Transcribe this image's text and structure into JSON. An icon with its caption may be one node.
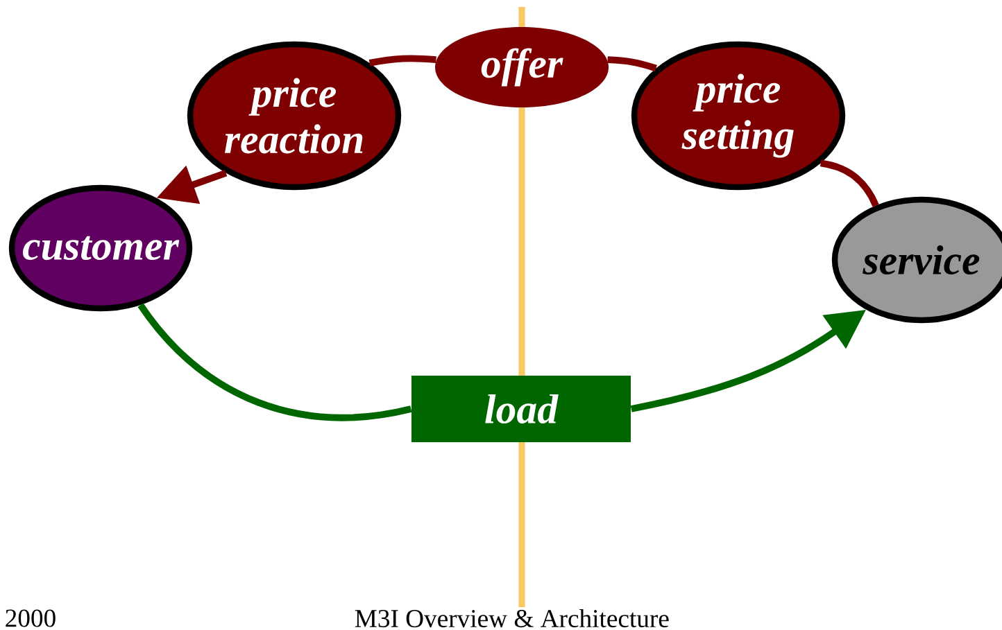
{
  "diagram": {
    "nodes": [
      {
        "text": [
          "offer"
        ]
      },
      {
        "text": [
          "price reaction"
        ]
      },
      {
        "text": [
          "price setting"
        ]
      },
      {
        "text": [
          "customer"
        ]
      },
      {
        "text": [
          "service"
        ]
      },
      {
        "text": [
          "load"
        ]
      }
    ],
    "edges": [
      {
        "from": 4,
        "to": 2,
        "arrow": "none",
        "color": "#7f0000"
      },
      {
        "from": 2,
        "to": 0,
        "arrow": "none",
        "color": "#7f0000"
      },
      {
        "from": 0,
        "to": 1,
        "arrow": "none",
        "color": "#7f0000"
      },
      {
        "from": 1,
        "to": 3,
        "arrow": "to",
        "color": "#7f0000"
      },
      {
        "from": 3,
        "to": 5,
        "arrow": "none",
        "color": "#006600"
      },
      {
        "from": 5,
        "to": 4,
        "arrow": "to",
        "color": "#006600"
      }
    ],
    "labels": [
      "2000",
      "M3I Overview & Architecture"
    ]
  }
}
